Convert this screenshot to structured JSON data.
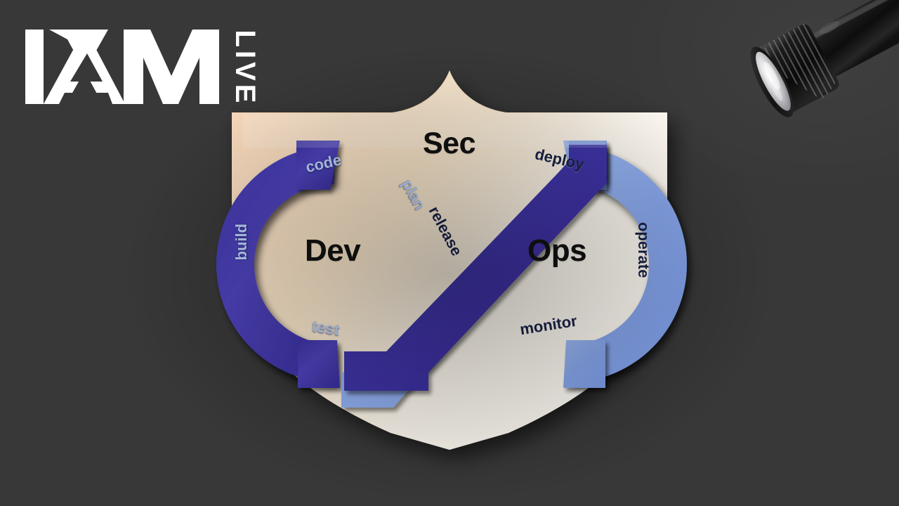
{
  "background": {
    "color": "#383838"
  },
  "logo": {
    "name": "AM LIVE",
    "primary_text": "AM",
    "secondary_text": "LIVE",
    "color": "#ffffff"
  },
  "flashlight": {
    "label": "flashlight",
    "body_color": "#141414",
    "lens_color": "#e8e8e8"
  },
  "diagram": {
    "title": "DevSecOps infinity cycle on shield",
    "shield": {
      "fill_left": "#fadfc2",
      "fill_right": "#fffdf6"
    },
    "center_labels": [
      {
        "id": "dev",
        "text": "Dev"
      },
      {
        "id": "sec",
        "text": "Sec"
      },
      {
        "id": "ops",
        "text": "Ops"
      }
    ],
    "dev_loop": {
      "name": "Dev loop",
      "color": "#4a3fb5",
      "label_color": "#bdd4fb",
      "stages": [
        {
          "id": "code",
          "text": "code"
        },
        {
          "id": "build",
          "text": "build"
        },
        {
          "id": "test",
          "text": "test"
        },
        {
          "id": "plan",
          "text": "plan"
        }
      ]
    },
    "ops_loop": {
      "name": "Ops loop",
      "color": "#8fadf0",
      "label_color": "#1b2448",
      "stages": [
        {
          "id": "deploy",
          "text": "deploy"
        },
        {
          "id": "operate",
          "text": "operate"
        },
        {
          "id": "monitor",
          "text": "monitor"
        },
        {
          "id": "release",
          "text": "release"
        }
      ]
    }
  },
  "chart_data": {
    "type": "diagram",
    "title": "DevSecOps infinity loop",
    "nodes": [
      "plan",
      "code",
      "build",
      "test",
      "release",
      "deploy",
      "operate",
      "monitor"
    ],
    "groups": [
      {
        "name": "Dev",
        "members": [
          "plan",
          "code",
          "build",
          "test"
        ],
        "color": "#4a3fb5"
      },
      {
        "name": "Sec",
        "members": [],
        "color": "#121212"
      },
      {
        "name": "Ops",
        "members": [
          "release",
          "deploy",
          "operate",
          "monitor"
        ],
        "color": "#8fadf0"
      }
    ]
  }
}
